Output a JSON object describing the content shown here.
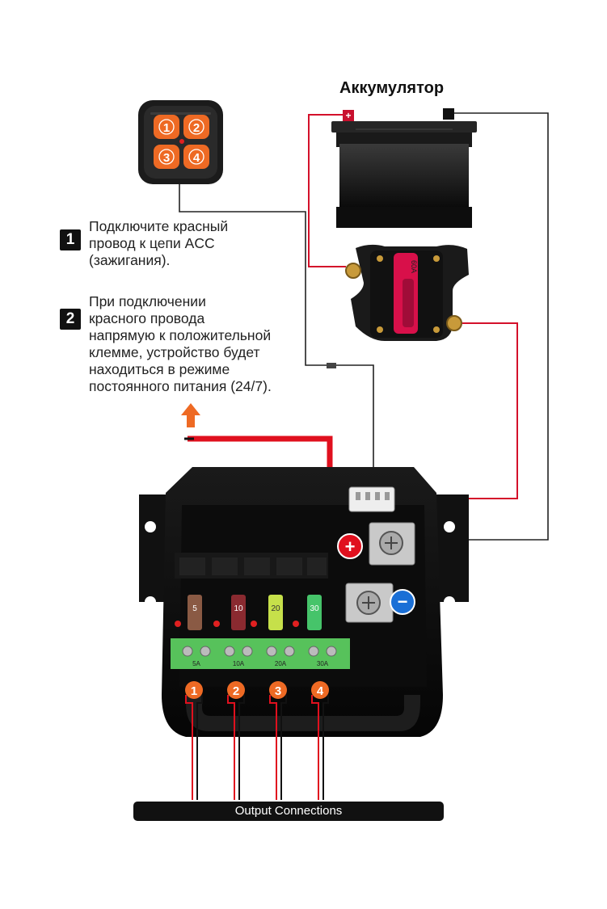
{
  "battery": {
    "title": "Аккумулятор",
    "plus_symbol": "+"
  },
  "breaker": {
    "rating": "60A"
  },
  "keypad": {
    "buttons": [
      "1",
      "2",
      "3",
      "4"
    ]
  },
  "steps": [
    {
      "number": "1",
      "lines": [
        "Подключите красный",
        "провод к цепи ACC",
        "(зажигания)."
      ]
    },
    {
      "number": "2",
      "lines": [
        "При подключении",
        "красного провода",
        "напрямую к положительной",
        "клемме, устройство будет",
        "находиться в режиме",
        "постоянного питания (24/7)."
      ]
    }
  ],
  "fuses": [
    {
      "label": "5",
      "color": "#8a5a44"
    },
    {
      "label": "10",
      "color": "#8a2a30"
    },
    {
      "label": "20",
      "color": "#c6e04a"
    },
    {
      "label": "30",
      "color": "#46c46a"
    }
  ],
  "terminal_labels": [
    "5A",
    "10A",
    "20A",
    "30A"
  ],
  "outputs": [
    "1",
    "2",
    "3",
    "4"
  ],
  "polarity": {
    "plus": "+",
    "minus": "−"
  },
  "output_bar_label": "Output Connections",
  "colors": {
    "accent_orange": "#ee6a24",
    "wire_red": "#e0101e",
    "terminal_green": "#57c25b",
    "dark": "#111111"
  }
}
